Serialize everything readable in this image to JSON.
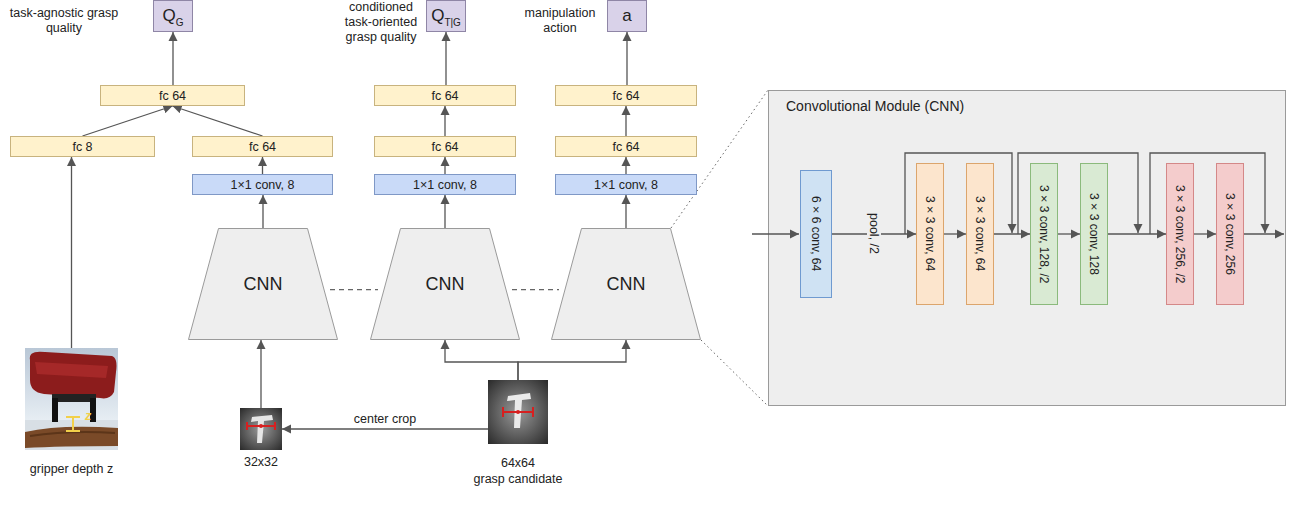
{
  "diagram": {
    "nodes": [
      {
        "text": [
          "Q",
          "G"
        ]
      },
      {
        "text": [
          "Q",
          "T|G"
        ]
      },
      {
        "text": [
          "a"
        ]
      },
      {
        "text": [
          "fc 64"
        ]
      },
      {
        "text": [
          "fc 64"
        ]
      },
      {
        "text": [
          "fc 64"
        ]
      },
      {
        "text": [
          "fc 8"
        ]
      },
      {
        "text": [
          "fc 64"
        ]
      },
      {
        "text": [
          "fc 64"
        ]
      },
      {
        "text": [
          "fc 64"
        ]
      },
      {
        "text": [
          "1×1 conv, 8"
        ]
      },
      {
        "text": [
          "1×1 conv, 8"
        ]
      },
      {
        "text": [
          "1×1 conv, 8"
        ]
      },
      {
        "text": [
          "CNN"
        ]
      },
      {
        "text": [
          "CNN"
        ]
      },
      {
        "text": [
          "CNN"
        ]
      },
      {
        "text": [
          "gripper depth z"
        ]
      },
      {
        "text": [
          "32x32"
        ]
      },
      {
        "text": [
          "64x64",
          "grasp candidate"
        ]
      },
      {
        "text": [
          "Convolutional Module (CNN)"
        ]
      },
      {
        "text": [
          "6×6 conv, 64"
        ],
        "in": 19
      },
      {
        "text": [
          "3×3 conv, 64"
        ],
        "in": 19
      },
      {
        "text": [
          "3×3 conv, 64"
        ],
        "in": 19
      },
      {
        "text": [
          "3×3 conv, 128, /2"
        ],
        "in": 19
      },
      {
        "text": [
          "3×3 conv, 128"
        ],
        "in": 19
      },
      {
        "text": [
          "3×3 conv, 256, /2"
        ],
        "in": 19
      },
      {
        "text": [
          "3×3 conv, 256"
        ],
        "in": 19
      }
    ],
    "edges": [
      {
        "from": 3,
        "to": 0,
        "arrow": "to"
      },
      {
        "from": 4,
        "to": 1,
        "arrow": "to"
      },
      {
        "from": 5,
        "to": 2,
        "arrow": "to"
      },
      {
        "from": 6,
        "to": 3,
        "arrow": "to"
      },
      {
        "from": 7,
        "to": 3,
        "arrow": "to"
      },
      {
        "from": 8,
        "to": 4,
        "arrow": "to"
      },
      {
        "from": 9,
        "to": 5,
        "arrow": "to"
      },
      {
        "from": 10,
        "to": 7,
        "arrow": "to"
      },
      {
        "from": 11,
        "to": 8,
        "arrow": "to"
      },
      {
        "from": 12,
        "to": 9,
        "arrow": "to"
      },
      {
        "from": 13,
        "to": 10,
        "arrow": "to"
      },
      {
        "from": 14,
        "to": 11,
        "arrow": "to"
      },
      {
        "from": 15,
        "to": 12,
        "arrow": "to"
      },
      {
        "from": 16,
        "to": 6,
        "arrow": "to"
      },
      {
        "from": 17,
        "to": 13,
        "arrow": "to"
      },
      {
        "from": 18,
        "to": 14,
        "arrow": "to"
      },
      {
        "from": 18,
        "to": 15,
        "arrow": "to"
      },
      {
        "from": 18,
        "to": 17,
        "label": "center crop",
        "arrow": "to"
      },
      {
        "from": 13,
        "to": 14,
        "arrow": "none"
      },
      {
        "from": 14,
        "to": 15,
        "arrow": "none"
      },
      {
        "from": 15,
        "to": 19,
        "arrow": "none"
      },
      {
        "from": 20,
        "to": 21,
        "label": "pool, /2",
        "arrow": "to"
      },
      {
        "from": 21,
        "to": 22,
        "arrow": "to"
      },
      {
        "from": 22,
        "to": 23,
        "arrow": "to"
      },
      {
        "from": 23,
        "to": 24,
        "arrow": "to"
      },
      {
        "from": 24,
        "to": 25,
        "arrow": "to"
      },
      {
        "from": 25,
        "to": 26,
        "arrow": "to"
      }
    ],
    "labels": [
      "task-agnostic grasp quality",
      "conditioned task-oriented grasp quality",
      "manipulation action",
      "z"
    ]
  }
}
